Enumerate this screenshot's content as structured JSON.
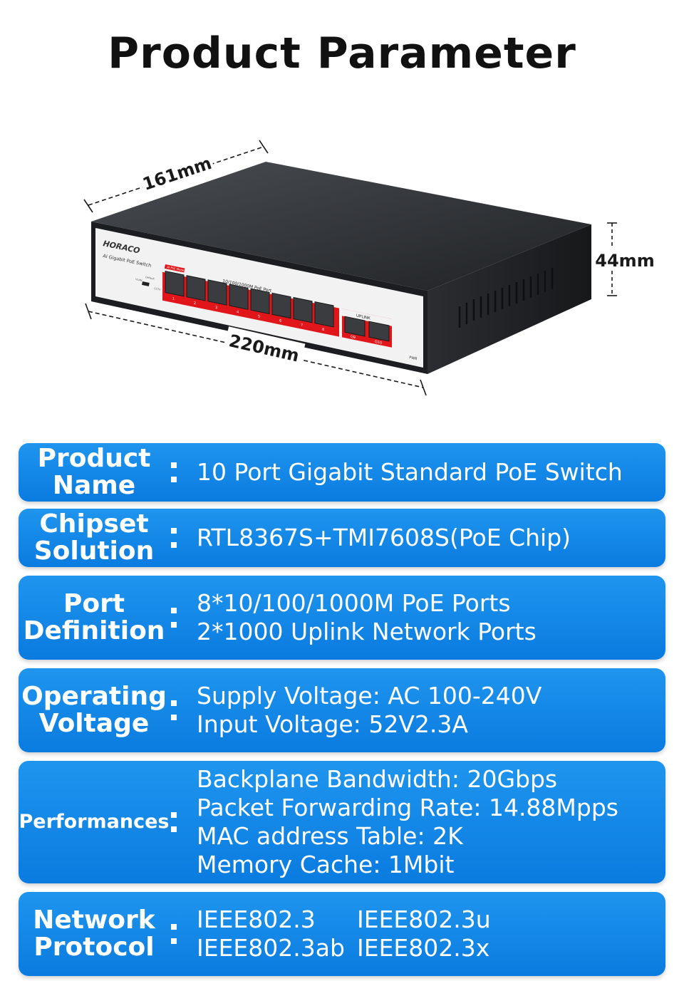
{
  "page": {
    "title": "Product Parameter"
  },
  "product_image": {
    "brand": "HORACO",
    "model_text": "AI Gigabit PoE Switch",
    "port_header": "10/100/1000M PoE Port",
    "uplink_label": "UPLINK",
    "poe_badge": "AI PoE Mode",
    "pwr_label": "PWR",
    "switch_labels": [
      "Default",
      "VLAN",
      "CCTV"
    ],
    "port_numbers": [
      "1",
      "2",
      "3",
      "4",
      "5",
      "6",
      "7",
      "8"
    ],
    "uplink_numbers": [
      "G9",
      "G10"
    ],
    "dimensions": {
      "length": "161mm",
      "width": "220mm",
      "height": "44mm"
    }
  },
  "specs": [
    {
      "label": [
        "Product",
        "Name"
      ],
      "values": [
        "10 Port Gigabit Standard PoE Switch"
      ]
    },
    {
      "label": [
        "Chipset",
        "Solution"
      ],
      "values": [
        "RTL8367S+TMI7608S(PoE Chip)"
      ]
    },
    {
      "label": [
        "Port",
        "Definition"
      ],
      "values": [
        "8*10/100/1000M PoE Ports",
        "2*1000 Uplink Network Ports"
      ]
    },
    {
      "label": [
        "Operating",
        "Voltage"
      ],
      "values": [
        "Supply Voltage: AC 100-240V",
        "Input Voltage: 52V2.3A"
      ]
    },
    {
      "label": [
        "Performances"
      ],
      "values": [
        "Backplane Bandwidth: 20Gbps",
        "Packet Forwarding Rate: 14.88Mpps",
        "MAC address Table: 2K",
        "Memory Cache: 1Mbit"
      ]
    },
    {
      "label": [
        "Network",
        "Protocol"
      ],
      "values": [
        "IEEE802.3",
        "IEEE802.3u",
        "IEEE802.3ab",
        "IEEE802.3x"
      ]
    }
  ],
  "colors": {
    "row_blue": "#0a7be0",
    "port_red": "#e0161b",
    "body_dark": "#2a2c30"
  }
}
